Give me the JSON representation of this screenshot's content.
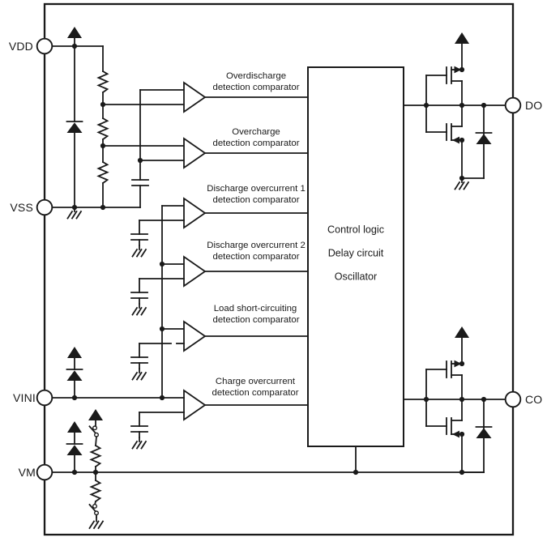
{
  "pins": {
    "vdd": "VDD",
    "vss": "VSS",
    "vini": "VINI",
    "vm": "VM",
    "do": "DO",
    "co": "CO"
  },
  "control_block": {
    "line1": "Control logic",
    "line2": "Delay circuit",
    "line3": "Oscillator"
  },
  "comparators": [
    {
      "line1": "Overdischarge",
      "line2": "detection comparator"
    },
    {
      "line1": "Overcharge",
      "line2": "detection comparator"
    },
    {
      "line1": "Discharge overcurrent 1",
      "line2": "detection comparator"
    },
    {
      "line1": "Discharge overcurrent 2",
      "line2": "detection comparator"
    },
    {
      "line1": "Load short-circuiting",
      "line2": "detection comparator"
    },
    {
      "line1": "Charge overcurrent",
      "line2": "detection comparator"
    }
  ],
  "colors": {
    "ink": "#1a1a1a",
    "background": "#ffffff"
  }
}
